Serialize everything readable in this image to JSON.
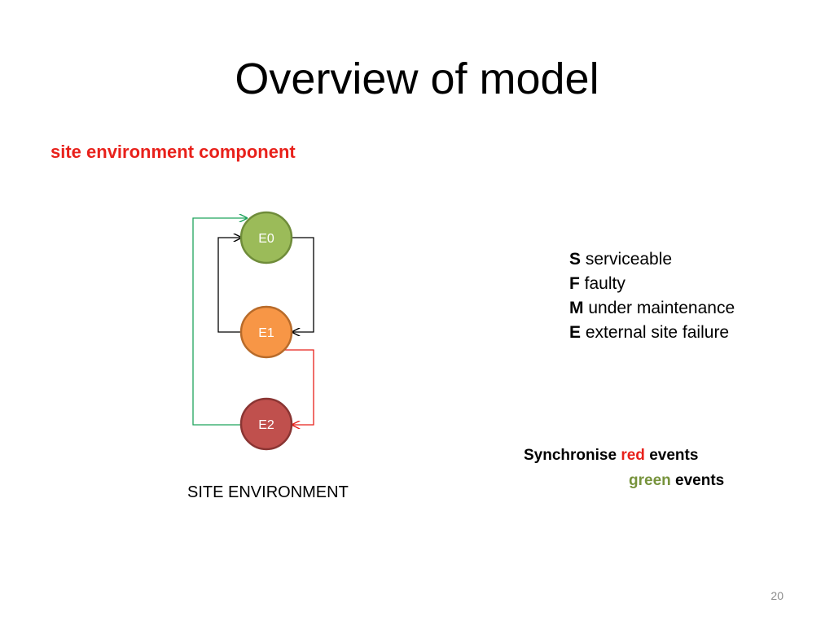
{
  "slide": {
    "title": "Overview of model",
    "subtitle": "site environment component",
    "page_number": "20"
  },
  "diagram": {
    "caption": "SITE ENVIRONMENT",
    "nodes": [
      {
        "id": "E0",
        "label": "E0",
        "fill": "#9bbb59",
        "stroke": "#6f8c3a"
      },
      {
        "id": "E1",
        "label": "E1",
        "fill": "#f79646",
        "stroke": "#b86b2a"
      },
      {
        "id": "E2",
        "label": "E2",
        "fill": "#c0504d",
        "stroke": "#8a3533"
      }
    ],
    "edges": [
      {
        "from": "E0",
        "to": "E1",
        "color": "#000000"
      },
      {
        "from": "E1",
        "to": "E0",
        "color": "#000000"
      },
      {
        "from": "E1",
        "to": "E2",
        "color": "#e8211b"
      },
      {
        "from": "E2",
        "to": "E0",
        "color": "#1fa35c"
      }
    ]
  },
  "legend": [
    {
      "key": "S",
      "text": "serviceable"
    },
    {
      "key": "F",
      "text": "faulty"
    },
    {
      "key": "M",
      "text": "under maintenance"
    },
    {
      "key": "E",
      "text": "external site failure"
    }
  ],
  "sync": {
    "prefix": "Synchronise",
    "red_word": "red",
    "green_word": "green",
    "events_word": "events",
    "colors": {
      "red": "#e8211b",
      "green": "#77933c"
    }
  }
}
